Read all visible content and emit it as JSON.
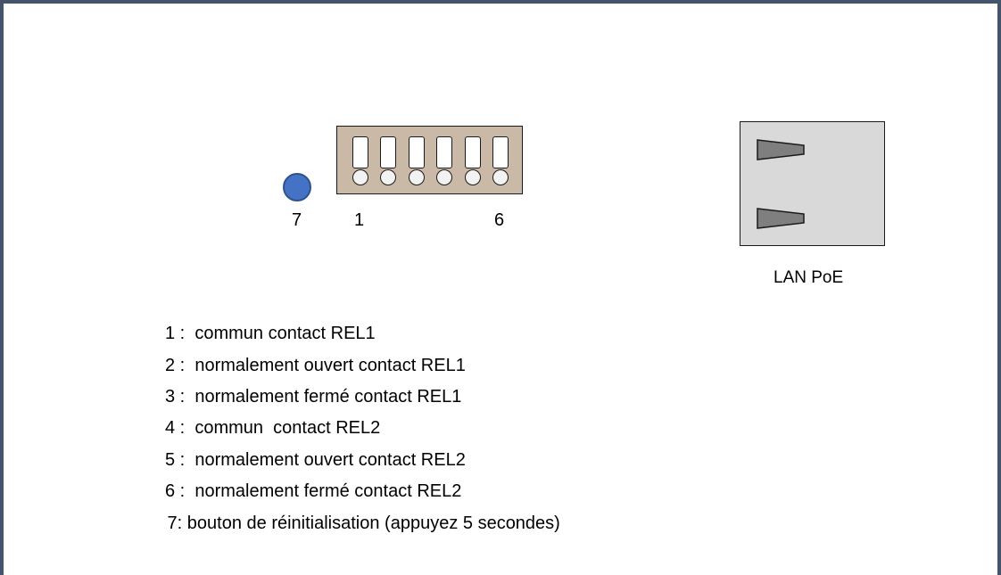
{
  "diagram": {
    "reset_button_label": "7",
    "terminal_first_label": "1",
    "terminal_last_label": "6",
    "lan_port_label": "LAN PoE",
    "colors": {
      "frame_border": "#44546A",
      "reset_button": "#4472C4",
      "terminal_block": "#C9B9A6",
      "lan_port": "#D9D9D9",
      "lan_clip": "#7F7F7F"
    }
  },
  "legend": [
    {
      "text": "1 :  commun contact REL1"
    },
    {
      "text": "2 :  normalement ouvert contact REL1"
    },
    {
      "text": "3 :  normalement fermé contact REL1"
    },
    {
      "text": "4 :  commun  contact REL2"
    },
    {
      "text": "5 :  normalement ouvert contact REL2"
    },
    {
      "text": "6 :  normalement fermé contact REL2"
    },
    {
      "text": " 7: bouton de réinitialisation (appuyez 5 secondes)"
    }
  ]
}
